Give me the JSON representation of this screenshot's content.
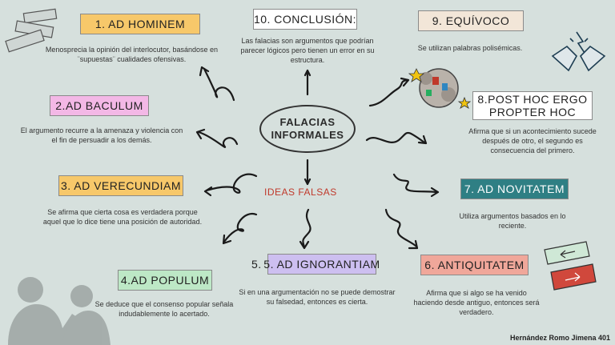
{
  "center": {
    "line1": "FALACIAS",
    "line2": "INFORMALES",
    "subtitle": "IDEAS FALSAS"
  },
  "nodes": [
    {
      "title": "1. AD HOMINEM",
      "description": "Menosprecia la opinión del interlocutor, basándose en ¨supuestas¨ cualidades ofensivas.",
      "color": "#f7c86a"
    },
    {
      "title": "2.AD BACULUM",
      "description": "El argumento recurre a la amenaza y violencia con el fin de persuadir a los demás.",
      "color": "#f3b8e6"
    },
    {
      "title": "3. AD VERECUNDIAM",
      "description": "Se afirma que cierta cosa es verdadera porque aquel que lo dice tiene una posición de autoridad.",
      "color": "#f7c86a"
    },
    {
      "title": "4.AD POPULUM",
      "description": "Se deduce que el consenso popular señala indudablemente lo acertado.",
      "color": "#bde8c6"
    },
    {
      "title": "5. AD IGNORANTIAM",
      "description": "Si en una argumentación no se puede demostrar su falsedad, entonces es cierta.",
      "color": "#cdbff0"
    },
    {
      "title": "6. ANTIQUITATEM",
      "description": "Afirma que si algo se ha venido haciendo desde antiguo, entonces será verdadero.",
      "color": "#f0a79a"
    },
    {
      "title": "7. AD NOVITATEM",
      "description": "Utiliza argumentos basados en lo reciente.",
      "color": "#2f7f84"
    },
    {
      "title": "8.POST HOC ERGO PROPTER HOC",
      "description": "Afirma que si un acontecimiento sucede después de otro, el segundo es consecuencia del primero.",
      "color": "#ffffff"
    },
    {
      "title": "9. EQUÍVOCO",
      "description": "Se utilizan palabras polisémicas.",
      "color": "#f2e6d8"
    },
    {
      "title": "10. CONCLUSIÓN:",
      "description": "Las falacias son argumentos que podrían parecer lógicos pero tienen un error en su estructura.",
      "color": "#ffffff"
    }
  ],
  "author": "Hernández Romo Jimena 401"
}
